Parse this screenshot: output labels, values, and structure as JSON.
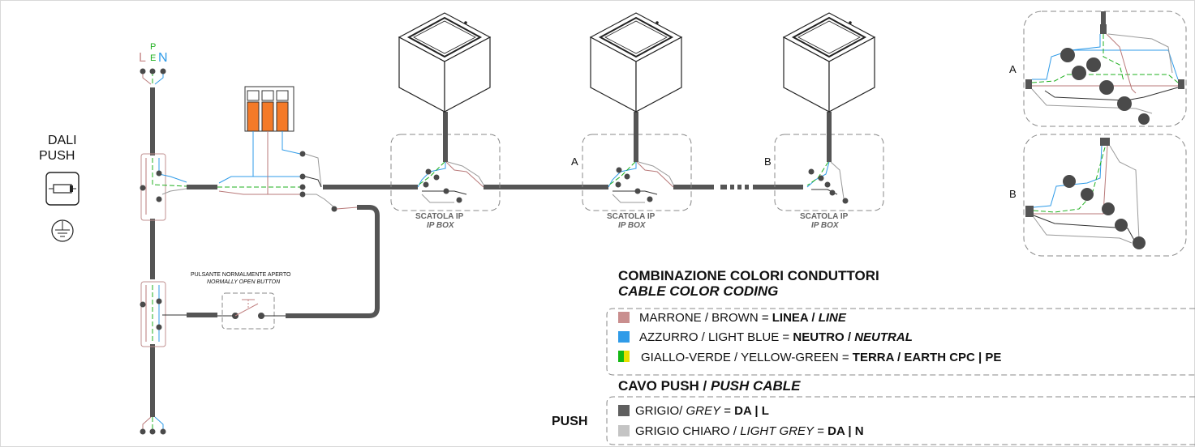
{
  "left_panel": {
    "title_line1": "DALI",
    "title_line2": "PUSH"
  },
  "supply": {
    "L": "L",
    "P": "P",
    "E": "E",
    "N": "N"
  },
  "button": {
    "label_it": "PULSANTE NORMALMENTE APERTO",
    "label_en": "NORMALLY OPEN BUTTON"
  },
  "boxes": [
    {
      "label_it": "SCATOLA IP",
      "label_en": "IP BOX",
      "marker": ""
    },
    {
      "label_it": "SCATOLA IP",
      "label_en": "IP BOX",
      "marker": "A"
    },
    {
      "label_it": "SCATOLA IP",
      "label_en": "IP BOX",
      "marker": "B"
    }
  ],
  "detail": {
    "a_label": "A",
    "b_label": "B"
  },
  "legend": {
    "title_it": "COMBINAZIONE COLORI CONDUTTORI",
    "title_en": "CABLE COLOR CODING",
    "rows": [
      {
        "prefix": "MARRONE / BROWN = ",
        "bold": "LINEA / ",
        "bold_italic": "LINE",
        "color": "#c98e8e"
      },
      {
        "prefix": "AZZURRO / LIGHT BLUE = ",
        "bold": "NEUTRO / ",
        "bold_italic": "NEUTRAL",
        "color": "#2f9be8"
      },
      {
        "prefix": "GIALLO-VERDE / YELLOW-GREEN = ",
        "bold": "TERRA / EARTH CPC | PE",
        "bold_italic": "",
        "color_a": "#14b814",
        "color_b": "#e8e000"
      }
    ],
    "push_title_a": "CAVO PUSH / ",
    "push_title_b": "PUSH CABLE",
    "push_label": "PUSH",
    "push_rows": [
      {
        "pre": "GRIGIO/ ",
        "ital": "GREY",
        "mid": " = ",
        "bold": "DA | L",
        "color": "#5f5f5f"
      },
      {
        "pre": "GRIGIO CHIARO / ",
        "ital": "LIGHT GREY",
        "mid": " = ",
        "bold": "DA | N",
        "color": "#c4c4c4"
      }
    ]
  },
  "colors": {
    "line": "#b97a7a",
    "neutral": "#2f9be8",
    "earth": "#1fb01f",
    "cable": "#555555",
    "grey": "#8a8a8a",
    "orange": "#f47a28"
  }
}
